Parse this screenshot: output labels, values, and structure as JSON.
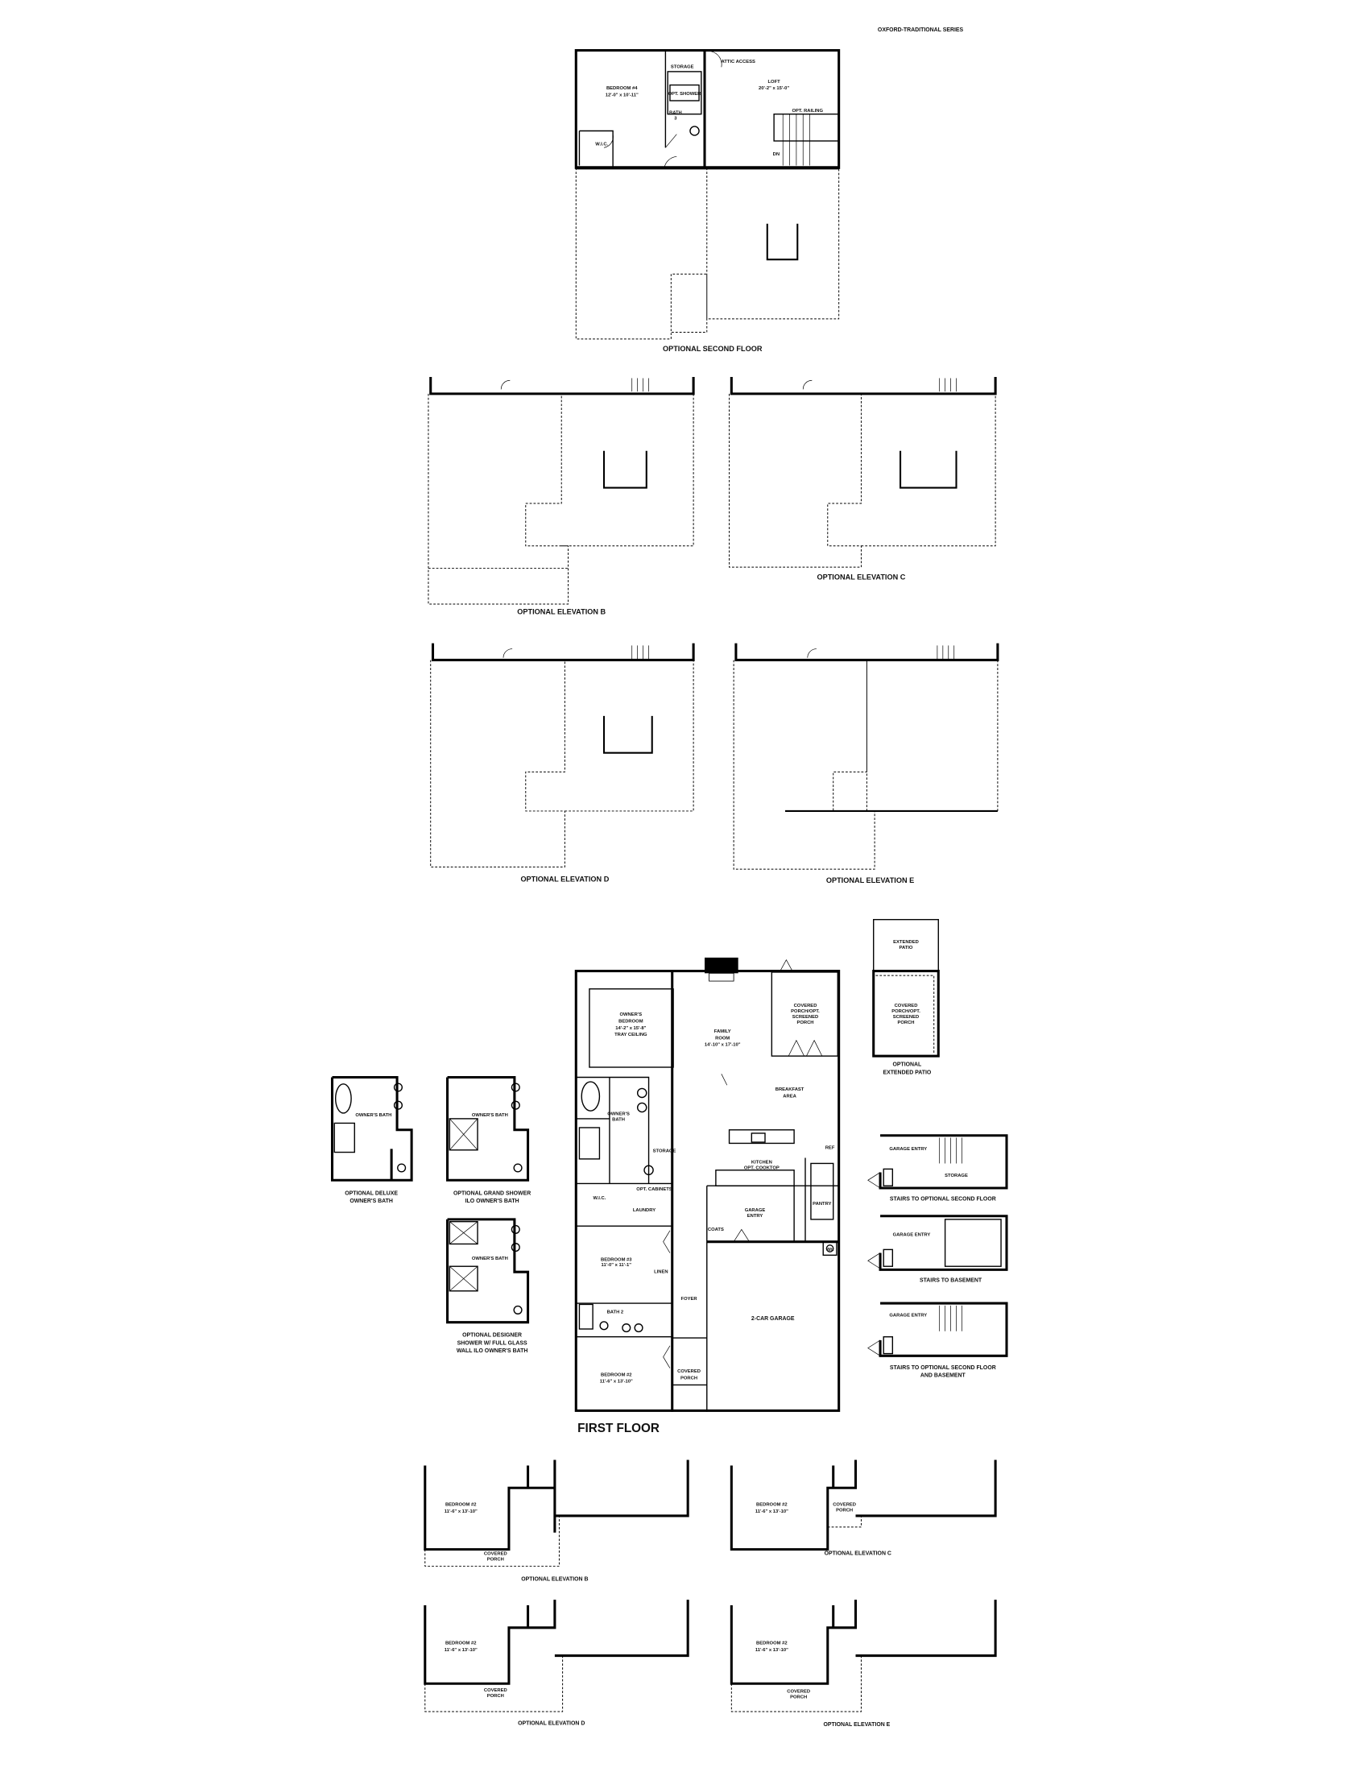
{
  "header": {
    "series": "OXFORD-TRADITIONAL SERIES"
  },
  "second_floor": {
    "title": "OPTIONAL SECOND FLOOR",
    "rooms": {
      "bedroom4": "BEDROOM #4",
      "bedroom4_dim": "12'-0\" x 10'-11\"",
      "storage": "STORAGE",
      "attic": "ATTIC ACCESS",
      "bath3": "BATH",
      "bath3_num": "3",
      "shower": "OPT. SHOWER",
      "loft": "LOFT",
      "loft_dim": "20'-2\" x 15'-0\"",
      "wic": "W.I.C.",
      "rail": "OPT. RAILING",
      "dn": "DN"
    }
  },
  "upper_elevations": [
    {
      "label": "OPTIONAL ELEVATION B"
    },
    {
      "label": "OPTIONAL ELEVATION C"
    },
    {
      "label": "OPTIONAL ELEVATION D"
    },
    {
      "label": "OPTIONAL ELEVATION E"
    }
  ],
  "first_floor": {
    "title": "FIRST FLOOR",
    "rooms": {
      "owners_bedroom": "OWNER'S",
      "owners_bedroom2": "BEDROOM",
      "owners_bedroom_dim": "14'-2\" x 15'-8\"",
      "tray": "TRAY CEILING",
      "family": "FAMILY",
      "family2": "ROOM",
      "family_dim": "14'-10\" x 17'-10\"",
      "porch1": "COVERED",
      "porch2": "PORCH/OPT.",
      "porch3": "SCREENED",
      "porch4": "PORCH",
      "breakfast": "BREAKFAST",
      "breakfast2": "AREA",
      "owners_bath": "OWNER'S",
      "owners_bath2": "BATH",
      "kitchen": "KITCHEN",
      "opt_island": "OPT. COOKTOP",
      "wic": "W.I.C.",
      "opt_cabinets": "OPT. CABINETS",
      "laundry": "LAUNDRY",
      "pantry": "PANTRY",
      "garage_entry": "GARAGE",
      "garage_entry2": "ENTRY",
      "bedroom3": "BEDROOM #3",
      "bedroom3_dim": "11'-0\" x 11'-1\"",
      "linen": "LINEN",
      "foyer": "FOYER",
      "bath2": "BATH 2",
      "garage": "2-CAR GARAGE",
      "bedroom2": "BEDROOM #2",
      "bedroom2_dim": "11'-6\" x 13'-10\"",
      "cov_porch": "COVERED",
      "cov_porch2": "PORCH",
      "storage": "STORAGE",
      "ref": "REF",
      "wh": "WH",
      "coats": "COATS"
    }
  },
  "extended_patio": {
    "room": "EXTENDED",
    "room2": "PATIO",
    "porch1": "COVERED",
    "porch2": "PORCH/OPT.",
    "porch3": "SCREENED",
    "porch4": "PORCH",
    "label": "OPTIONAL",
    "label2": "EXTENDED PATIO"
  },
  "bath_options": [
    {
      "room": "OWNER'S BATH",
      "label": "OPTIONAL DELUXE",
      "label2": "OWNER'S BATH"
    },
    {
      "room": "OWNER'S BATH",
      "label": "OPTIONAL GRAND SHOWER",
      "label2": "ILO OWNER'S BATH"
    },
    {
      "room": "OWNER'S BATH",
      "label": "OPTIONAL DESIGNER",
      "label2": "SHOWER W/ FULL GLASS",
      "label3": "WALL ILO OWNER'S BATH"
    }
  ],
  "stair_options": [
    {
      "room": "GARAGE ENTRY",
      "label": "STAIRS TO OPTIONAL SECOND FLOOR",
      "storage": "STORAGE"
    },
    {
      "room": "GARAGE ENTRY",
      "label": "STAIRS TO BASEMENT"
    },
    {
      "room": "GARAGE ENTRY",
      "label": "STAIRS TO OPTIONAL SECOND FLOOR",
      "label2": "AND BASEMENT"
    }
  ],
  "lower_elevations": [
    {
      "bedroom": "BEDROOM #2",
      "dim": "11'-6\" x 13'-10\"",
      "porch": "COVERED",
      "porch2": "PORCH",
      "label": "OPTIONAL ELEVATION B"
    },
    {
      "bedroom": "BEDROOM #2",
      "dim": "11'-6\" x 13'-10\"",
      "porch": "COVERED",
      "porch2": "PORCH",
      "label": "OPTIONAL ELEVATION C"
    },
    {
      "bedroom": "BEDROOM #2",
      "dim": "11'-6\" x 13'-10\"",
      "porch": "COVERED",
      "porch2": "PORCH",
      "label": "OPTIONAL ELEVATION D"
    },
    {
      "bedroom": "BEDROOM #2",
      "dim": "11'-6\" x 13'-10\"",
      "porch": "COVERED",
      "porch2": "PORCH",
      "label": "OPTIONAL ELEVATION E"
    }
  ]
}
